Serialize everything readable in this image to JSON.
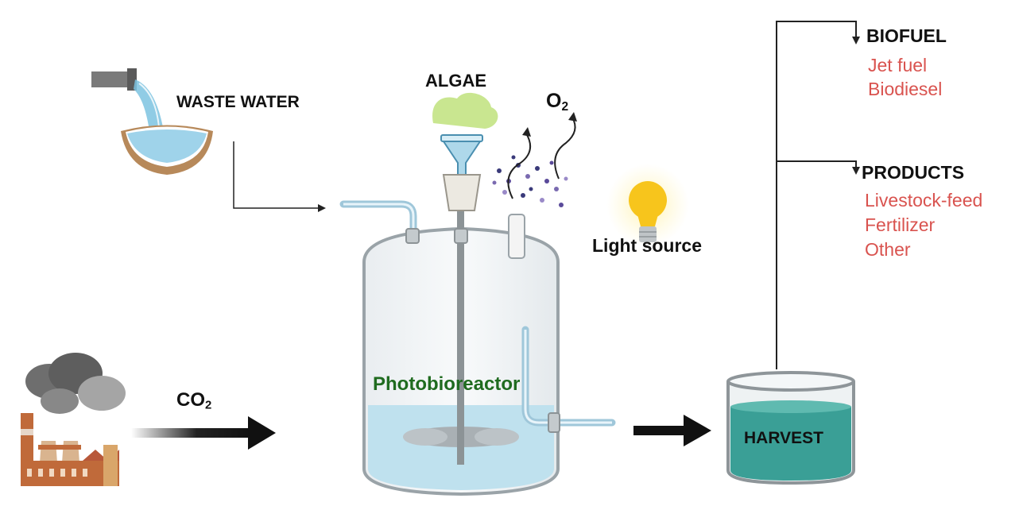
{
  "labels": {
    "waste_water": "WASTE WATER",
    "algae": "ALGAE",
    "o2_main": "O",
    "o2_sub": "2",
    "light_source": "Light source",
    "photobioreactor": "Photobioreactor",
    "co2_main": "CO",
    "co2_sub": "2",
    "harvest": "HARVEST",
    "biofuel": "BIOFUEL",
    "products": "PRODUCTS"
  },
  "biofuel_items": [
    "Jet fuel",
    "Biodiesel"
  ],
  "product_items": [
    "Livestock-feed",
    "Fertilizer",
    "Other"
  ],
  "colors": {
    "output_text": "#d9534f",
    "reactor_label": "#1f6b1f",
    "water": "#bfe1ee",
    "harvest_liquid": "#3a9f96",
    "algae": "#c6e58a",
    "bulb": "#f7c51c"
  }
}
